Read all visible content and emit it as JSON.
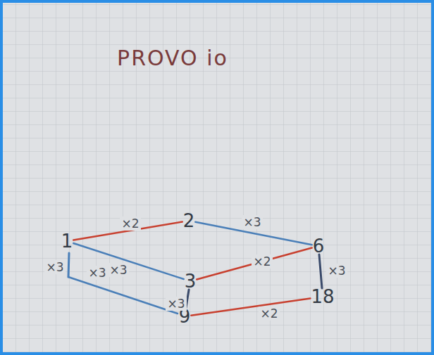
{
  "diagram": {
    "title": "PROVO io",
    "nodes": [
      {
        "text": [
          "1"
        ]
      },
      {
        "text": [
          "2"
        ]
      },
      {
        "text": [
          "3"
        ]
      },
      {
        "text": [
          "6"
        ]
      },
      {
        "text": [
          "9"
        ]
      },
      {
        "text": [
          "18"
        ]
      }
    ],
    "edges": [
      {
        "from": 0,
        "to": 1,
        "arrow": "none",
        "label": "×2"
      },
      {
        "from": 1,
        "to": 3,
        "arrow": "none",
        "label": "×3"
      },
      {
        "from": 0,
        "to": 2,
        "arrow": "none",
        "label": "×3"
      },
      {
        "from": 2,
        "to": 3,
        "arrow": "none",
        "label": "×2"
      },
      {
        "from": 2,
        "to": 4,
        "arrow": "none",
        "label": "×3"
      },
      {
        "from": 3,
        "to": 5,
        "arrow": "none",
        "label": "×3"
      },
      {
        "from": 4,
        "to": 5,
        "arrow": "none",
        "label": "×2"
      }
    ],
    "labels": [
      "×3",
      "×3"
    ]
  }
}
